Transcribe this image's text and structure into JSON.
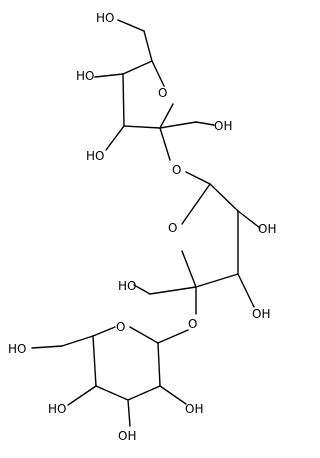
{
  "molecule": {
    "atoms": {
      "o_top_ring": "O",
      "o_mid_ring": "O",
      "o_low_ring": "O",
      "o_link_1": "O",
      "o_link_2": "O",
      "ho_top": "HO",
      "ho_top_left": "HO",
      "ho_top_left2": "HO",
      "oh_top_right": "OH",
      "oh_mid_right1": "OH",
      "oh_mid_right2": "OH",
      "ho_mid_left": "HO",
      "ho_low_left": "HO",
      "ho_low_bottom_left": "HO",
      "oh_low_right": "OH",
      "oh_low_bottom": "OH"
    }
  }
}
